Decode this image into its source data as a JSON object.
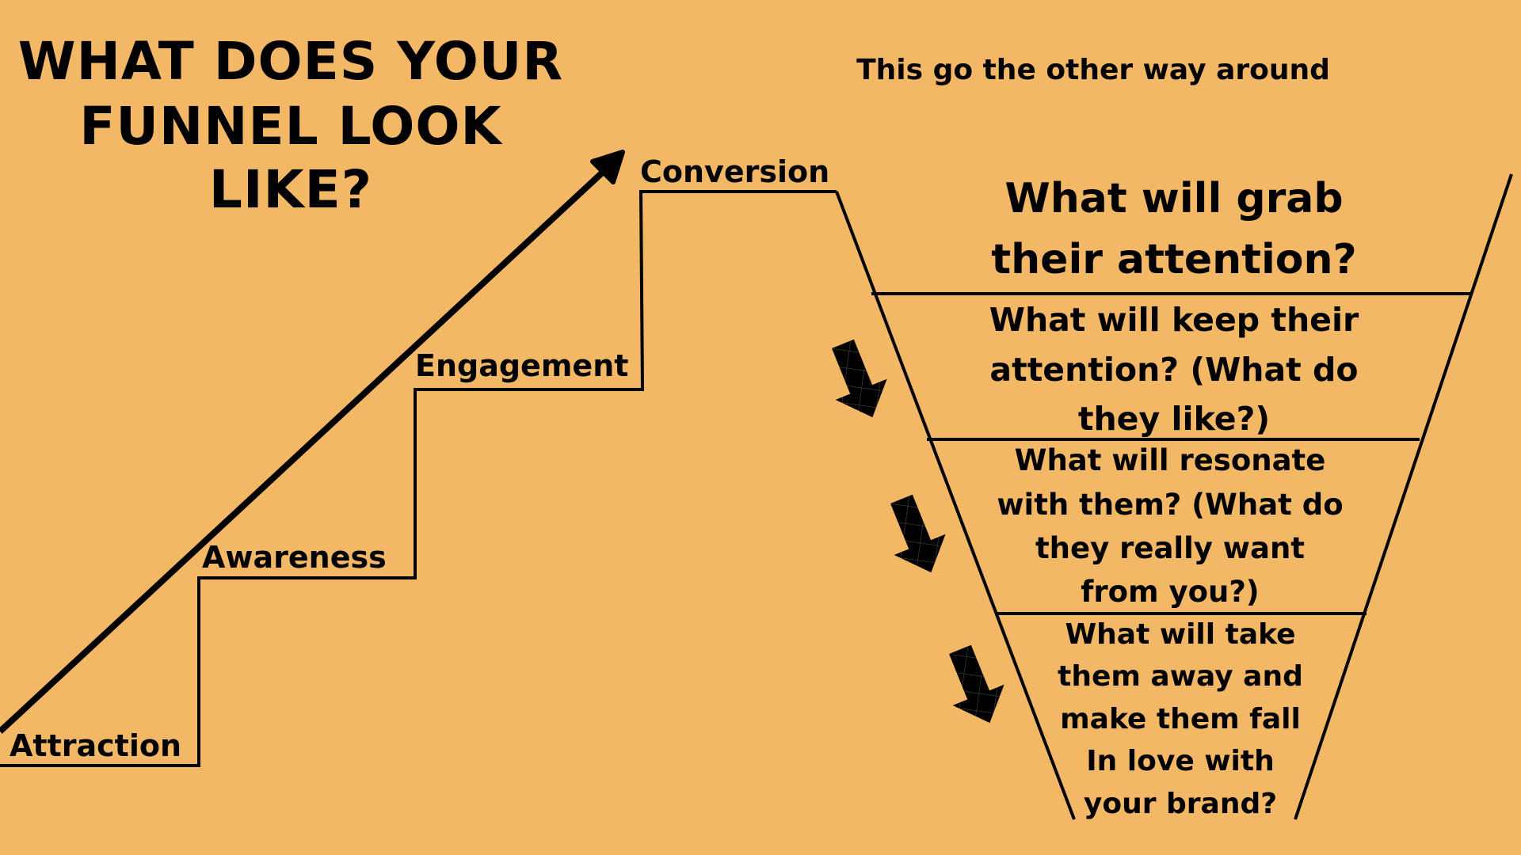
{
  "title": {
    "line1": "WHAT DOES YOUR",
    "line2": "FUNNEL LOOK",
    "line3": "LIKE?"
  },
  "note": "This go the other way around",
  "steps": [
    "Attraction",
    "Awareness",
    "Engagement",
    "Conversion"
  ],
  "funnel": {
    "section1": [
      "What will grab",
      "their attention?"
    ],
    "section2": [
      "What will keep their",
      "attention? (What do",
      "they like?)"
    ],
    "section3": [
      "What will resonate",
      "with them? (What do",
      "they really want",
      "from you?)"
    ],
    "section4": [
      "What will take",
      "them away and",
      "make them fall",
      "In love with",
      "your brand?"
    ]
  },
  "colors": {
    "background": "#F2B865",
    "ink": "#000000"
  },
  "icons": [
    "down-right-arrow-icon",
    "up-right-arrow-icon"
  ]
}
